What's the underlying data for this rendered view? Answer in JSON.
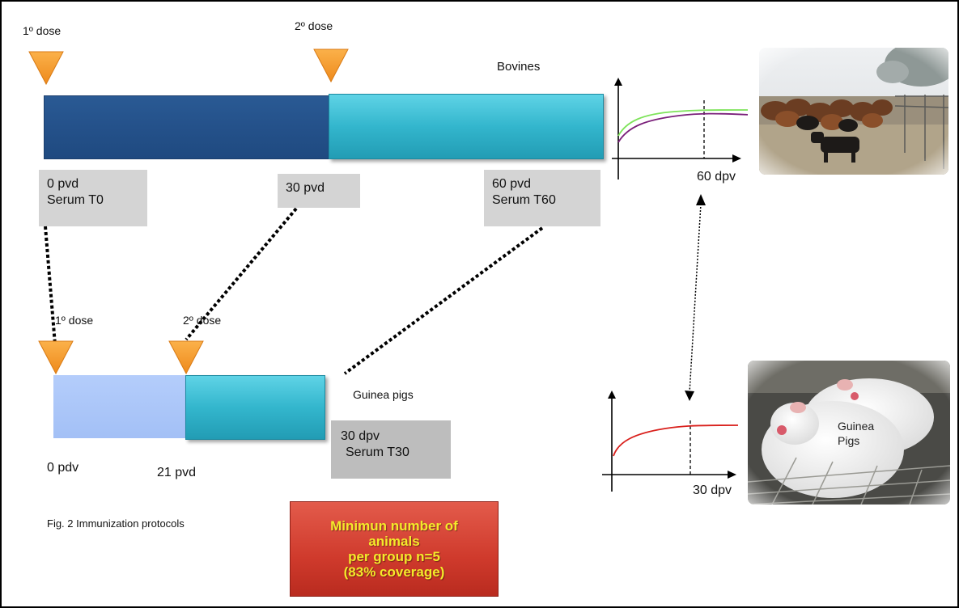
{
  "bovine_timeline": {
    "dose1_label": "1º dose",
    "dose2_label": "2º dose",
    "species_label": "Bovines",
    "box_0": [
      "0 pvd",
      "Serum T0"
    ],
    "box_30": "30 pvd",
    "box_60": [
      "60 pvd",
      "Serum T60"
    ]
  },
  "guinea_timeline": {
    "dose1_label": "1º dose",
    "dose2_label": "2º dose",
    "species_label": "Guinea pigs",
    "label_0": "0 pdv",
    "label_21": "21 pvd",
    "box_30": [
      "30 dpv",
      "Serum T30"
    ]
  },
  "bovine_graph": {
    "x_label": "60 dpv",
    "curve_colors": [
      "#7ee35a",
      "#7a1f7a"
    ]
  },
  "guinea_graph": {
    "x_label": "30 dpv",
    "curve_color": "#d9201c"
  },
  "guinea_photo_label": [
    "Guinea",
    "Pigs"
  ],
  "caption": "Fig. 2 Immunization  protocols",
  "note": [
    "Minimun number of",
    "animals",
    "per group  n=5",
    "(83% coverage)"
  ],
  "colors": {
    "arrow": "#f59a2e",
    "navy_bar": "#24518a",
    "teal_bar": "#33b6cd",
    "light_bar": "#a9c4f8",
    "note_box": "#cf3a2c",
    "note_text": "#f4ea2a"
  }
}
